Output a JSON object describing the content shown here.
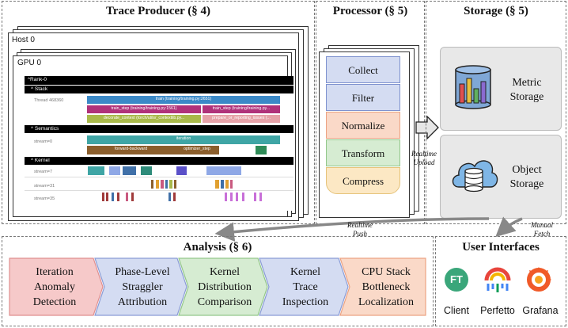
{
  "sections": {
    "producer_title": "Trace Producer (§ 4)",
    "processor_title": "Processor (§ 5)",
    "storage_title": "Storage (§ 5)",
    "analysis_title": "Analysis (§ 6)",
    "ui_title": "User Interfaces"
  },
  "producer": {
    "host_label": "Host 0",
    "gpu_label": "GPU 0",
    "rank_label": "^Rank-0",
    "stack_label": "^ Stack",
    "semantics_label": "^ Semantics",
    "kernel_label": "^ Kernel",
    "thread_label": "Thread 468360",
    "stream0_label": "stream=0",
    "stream7_label": "stream=7",
    "stream31_label": "stream=31",
    "stream35_label": "stream=35",
    "bar_train": "train (training/training.py:2651)",
    "bar_train_step1": "train_step (training/training.py:1561)",
    "bar_train_step2": "train_step (training/training.py...",
    "bar_decorate": "decorate_context (torch/utils/_contextlib.py...",
    "bar_prepare": "prepare_or_reporting_issues (...",
    "bar_iteration": "iteration",
    "bar_forward_backward": "forward-backward",
    "bar_optimizer_step": "optimizer_step"
  },
  "processor": {
    "steps": [
      "Collect",
      "Filter",
      "Normalize",
      "Transform",
      "Compress"
    ],
    "realtime_upload": [
      "Realtime",
      "Upload"
    ]
  },
  "storage": {
    "metric": [
      "Metric",
      "Storage"
    ],
    "object": [
      "Object",
      "Storage"
    ]
  },
  "arrows": {
    "realtime_push": [
      "Realtime",
      "Push"
    ],
    "manual_fetch": [
      "Manual",
      "Fetch"
    ]
  },
  "analysis": {
    "items": [
      [
        "Iteration",
        "Anomaly",
        "Detection"
      ],
      [
        "Phase-Level",
        "Straggler",
        "Attribution"
      ],
      [
        "Kernel",
        "Distribution",
        "Comparison"
      ],
      [
        "Kernel",
        "Trace",
        "Inspection"
      ],
      [
        "CPU Stack",
        "Bottleneck",
        "Localization"
      ]
    ]
  },
  "interfaces": {
    "client_logo_text": "FT",
    "labels": [
      "Client",
      "Perfetto",
      "Grafana"
    ]
  },
  "colors": {
    "analysis_fills": [
      "#f6c9c9",
      "#d4dcf2",
      "#d6ecd2",
      "#d4dcf2",
      "#fad9c8"
    ],
    "analysis_borders": [
      "#e08f8f",
      "#8a9cd6",
      "#93c78a",
      "#8a9cd6",
      "#eca383"
    ],
    "processor_fills": [
      "#d4dcf2",
      "#d4dcf2",
      "#fad9c8",
      "#d6ecd2",
      "#fce8c4"
    ],
    "processor_borders": [
      "#7f92cf",
      "#7f92cf",
      "#eca383",
      "#93c78a",
      "#e6c37a"
    ]
  }
}
